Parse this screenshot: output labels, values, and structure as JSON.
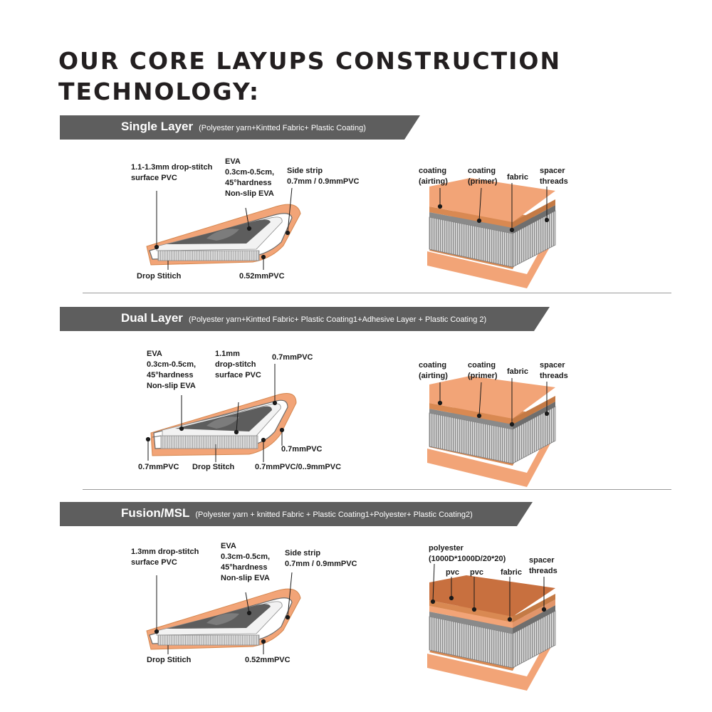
{
  "page": {
    "title_line1": "OUR CORE LAYUPS CONSTRUCTION",
    "title_line2": "TECHNOLOGY:"
  },
  "colors": {
    "banner": "#5e5e5e",
    "orange": "#f0a57a",
    "dark_orange": "#d98952",
    "grey_threads": "#9b9b9b"
  },
  "sections": [
    {
      "name": "Single Layer",
      "desc": "(Polyester yarn+Kintted Fabric+ Plastic Coating)",
      "board_labels": {
        "surface": "1.1-1.3mm drop-stitch\nsurface PVC",
        "eva": "EVA\n0.3cm-0.5cm,\n45°hardness\nNon-slip EVA",
        "side_strip": "Side strip\n0.7mm / 0.9mmPVC",
        "drop_stitch": "Drop Stitich",
        "pvc_bottom": "0.52mmPVC"
      },
      "layer_labels": {
        "l1": "coating\n(airting)",
        "l2": "coating\n(primer)",
        "l3": "fabric",
        "l4": "spacer\nthreads"
      }
    },
    {
      "name": "Dual Layer",
      "desc": "(Polyester yarn+Kintted Fabric+ Plastic Coating1+Adhesive Layer + Plastic Coating 2)",
      "board_labels": {
        "eva": "EVA\n0.3cm-0.5cm,\n45°hardness\nNon-slip EVA",
        "surface": "1.1mm\ndrop-stitch\nsurface PVC",
        "pvc_top": "0.7mmPVC",
        "pvc_mid": "0.7mmPVC",
        "pvc_left": "0.7mmPVC",
        "drop_stitch": "Drop Stitch",
        "pvc_rail": "0.7mmPVC/0..9mmPVC"
      },
      "layer_labels": {
        "l1": "coating\n(airting)",
        "l2": "coating\n(primer)",
        "l3": "fabric",
        "l4": "spacer\nthreads"
      }
    },
    {
      "name": "Fusion/MSL",
      "desc": "(Polyester yarn + knitted Fabric + Plastic Coating1+Polyester+ Plastic Coating2)",
      "board_labels": {
        "surface": "1.3mm drop-stitch\nsurface PVC",
        "eva": "EVA\n0.3cm-0.5cm,\n45°hardness\nNon-slip EVA",
        "side_strip": "Side strip\n0.7mm / 0.9mmPVC",
        "drop_stitch": "Drop Stitich",
        "pvc_bottom": "0.52mmPVC"
      },
      "layer_labels": {
        "l0": "polyester\n(1000D*1000D/20*20)",
        "l1": "pvc",
        "l2": "pvc",
        "l3": "fabric",
        "l4": "spacer\nthreads"
      }
    }
  ]
}
